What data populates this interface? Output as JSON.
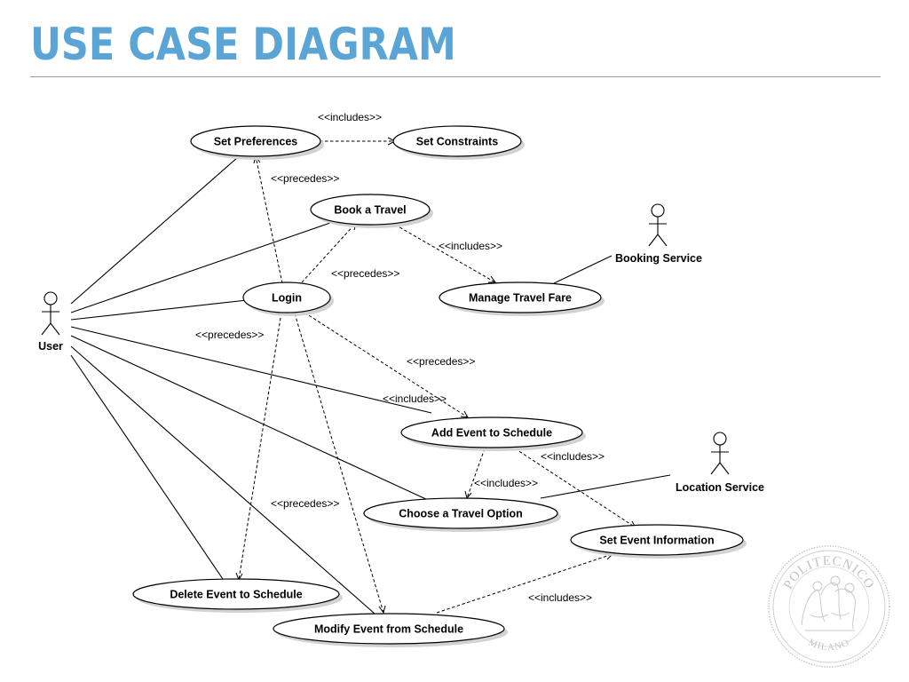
{
  "slide": {
    "title": "USE CASE DIAGRAM"
  },
  "actors": {
    "user": "User",
    "booking_service": "Booking Service",
    "location_service": "Location Service"
  },
  "use_cases": {
    "set_preferences": "Set Preferences",
    "set_constraints": "Set Constraints",
    "book_a_travel": "Book a Travel",
    "login": "Login",
    "manage_travel_fare": "Manage Travel Fare",
    "add_event_to_schedule": "Add Event to Schedule",
    "choose_a_travel_option": "Choose a Travel Option",
    "set_event_information": "Set Event Information",
    "delete_event_to_schedule": "Delete Event to Schedule",
    "modify_event_from_schedule": "Modify Event from Schedule"
  },
  "relationships": {
    "setpref_includes_constraints": "<<includes>>",
    "login_precedes_setpref": "<<precedes>>",
    "login_precedes_book": "<<precedes>>",
    "book_includes_fare": "<<includes>>",
    "login_precedes_delete": "<<precedes>>",
    "login_precedes_add": "<<precedes>>",
    "user_includes_add": "<<includes>>",
    "add_includes_info": "<<includes>>",
    "add_includes_choose": "<<includes>>",
    "login_precedes_modify": "<<precedes>>",
    "modify_includes_info": "<<includes>>"
  },
  "seal": {
    "top_text": "POLITECNICO",
    "bottom_text": "MILANO"
  }
}
